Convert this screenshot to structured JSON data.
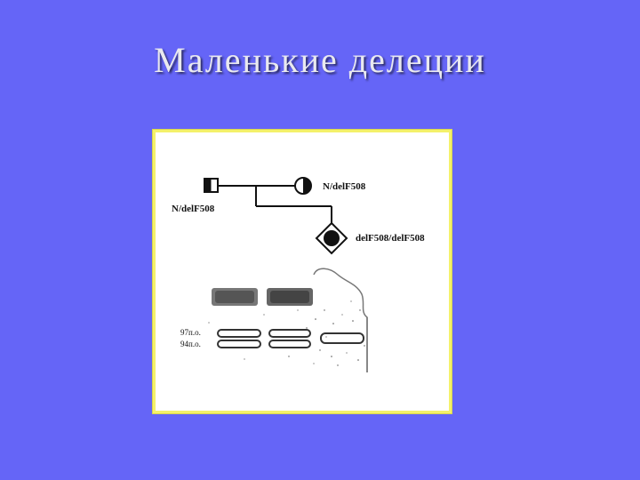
{
  "title": "Маленькие делеции",
  "pedigree": {
    "father_label": "N/delF508",
    "mother_label": "N/delF508",
    "child_label": "delF508/delF508"
  },
  "gel": {
    "marker_labels": [
      "97п.о.",
      "94п.о."
    ]
  },
  "colors": {
    "background": "#6565f7",
    "frame_border": "#f4f16a",
    "title_text": "#e9e9ef"
  }
}
